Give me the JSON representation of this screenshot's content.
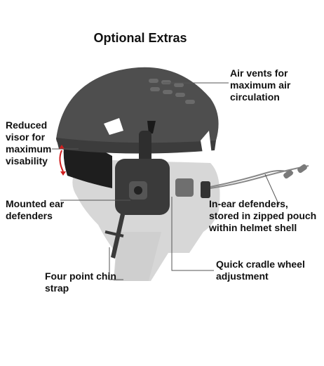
{
  "title": "Optional Extras",
  "callouts": {
    "air_vents": "Air vents for\nmaximum air\ncirculation",
    "visor": "Reduced\nvisor for\nmaximum\nvisability",
    "ear_defenders": "Mounted ear\ndefenders",
    "in_ear": "In-ear defenders,\nstored in zipped pouch\nwithin helmet shell",
    "cradle": "Quick cradle wheel\nadjustment",
    "chin_strap": "Four point chin\nstrap"
  },
  "colors": {
    "helmet": "#4e4e4e",
    "helmet_light": "#6a6a6a",
    "head": "#d7d7d7",
    "visor": "#1e1e1e",
    "ear_cup": "#3a3a3a",
    "arrow": "#d01e1e",
    "leader": "#555555"
  }
}
